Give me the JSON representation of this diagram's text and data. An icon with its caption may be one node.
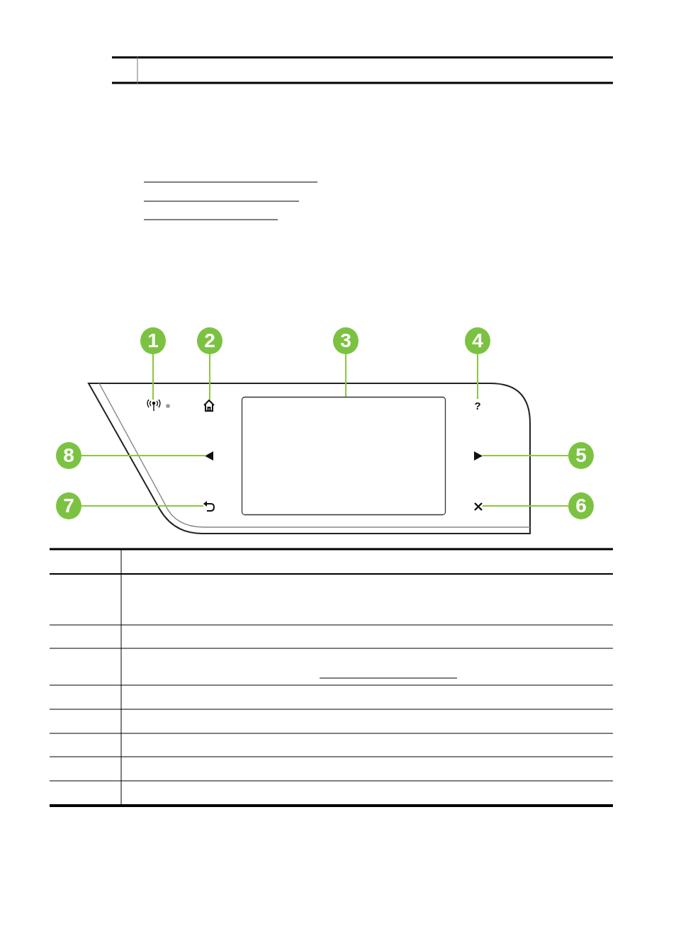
{
  "diagram": {
    "nodes": [
      {
        "text": [
          "1"
        ]
      },
      {
        "text": [
          "2"
        ]
      },
      {
        "text": [
          "3"
        ]
      },
      {
        "text": [
          "4"
        ]
      },
      {
        "text": [
          "5"
        ]
      },
      {
        "text": [
          "6"
        ]
      },
      {
        "text": [
          "7"
        ]
      },
      {
        "text": [
          "8"
        ]
      },
      {
        "text": [],
        "shape": "antenna"
      },
      {
        "text": [],
        "shape": "house"
      },
      {
        "text": [],
        "shape": "box"
      },
      {
        "text": [
          "?"
        ]
      },
      {
        "text": [],
        "shape": "triangle"
      },
      {
        "text": [],
        "shape": "cross"
      },
      {
        "text": [],
        "shape": "arrow"
      },
      {
        "text": [],
        "shape": "triangle"
      }
    ],
    "edges": [
      {
        "from": 0,
        "to": 8,
        "arrow": "none"
      },
      {
        "from": 1,
        "to": 9,
        "arrow": "none"
      },
      {
        "from": 2,
        "to": 10,
        "arrow": "none"
      },
      {
        "from": 3,
        "to": 11,
        "arrow": "none"
      },
      {
        "from": 4,
        "to": 15,
        "arrow": "none"
      },
      {
        "from": 5,
        "to": 13,
        "arrow": "none"
      },
      {
        "from": 6,
        "to": 14,
        "arrow": "none"
      },
      {
        "from": 7,
        "to": 12,
        "arrow": "none"
      }
    ]
  }
}
